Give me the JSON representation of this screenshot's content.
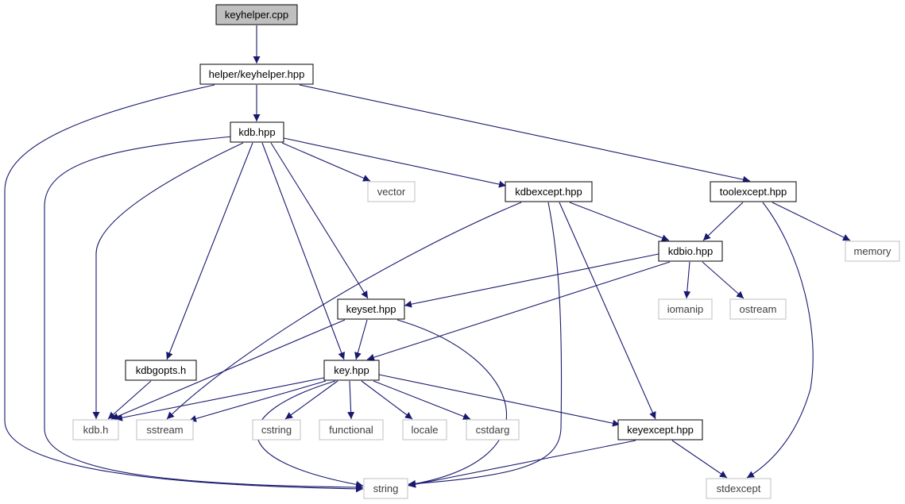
{
  "colors": {
    "edge": "#191970",
    "node_focus_fill": "#bfbfbf",
    "node_focus_border": "#000000",
    "node_documented_border": "#000000",
    "node_external_border": "#bfbfbf",
    "node_external_text": "#404040",
    "node_text": "#000000"
  },
  "nodes": [
    {
      "id": "keyhelper_cpp",
      "label": "keyhelper.cpp",
      "kind": "focus"
    },
    {
      "id": "helper_keyhelper_hpp",
      "label": "helper/keyhelper.hpp",
      "kind": "documented"
    },
    {
      "id": "kdb_hpp",
      "label": "kdb.hpp",
      "kind": "documented"
    },
    {
      "id": "vector",
      "label": "vector",
      "kind": "external"
    },
    {
      "id": "kdbexcept_hpp",
      "label": "kdbexcept.hpp",
      "kind": "documented"
    },
    {
      "id": "toolexcept_hpp",
      "label": "toolexcept.hpp",
      "kind": "documented"
    },
    {
      "id": "memory",
      "label": "memory",
      "kind": "external"
    },
    {
      "id": "kdbio_hpp",
      "label": "kdbio.hpp",
      "kind": "documented"
    },
    {
      "id": "iomanip",
      "label": "iomanip",
      "kind": "external"
    },
    {
      "id": "ostream",
      "label": "ostream",
      "kind": "external"
    },
    {
      "id": "keyset_hpp",
      "label": "keyset.hpp",
      "kind": "documented"
    },
    {
      "id": "kdbgopts_h",
      "label": "kdbgopts.h",
      "kind": "documented"
    },
    {
      "id": "key_hpp",
      "label": "key.hpp",
      "kind": "documented"
    },
    {
      "id": "kdb_h",
      "label": "kdb.h",
      "kind": "external"
    },
    {
      "id": "sstream",
      "label": "sstream",
      "kind": "external"
    },
    {
      "id": "cstring",
      "label": "cstring",
      "kind": "external"
    },
    {
      "id": "functional",
      "label": "functional",
      "kind": "external"
    },
    {
      "id": "locale",
      "label": "locale",
      "kind": "external"
    },
    {
      "id": "cstdarg",
      "label": "cstdarg",
      "kind": "external"
    },
    {
      "id": "keyexcept_hpp",
      "label": "keyexcept.hpp",
      "kind": "documented"
    },
    {
      "id": "string",
      "label": "string",
      "kind": "external"
    },
    {
      "id": "stdexcept",
      "label": "stdexcept",
      "kind": "external"
    }
  ],
  "edges": [
    {
      "from": "keyhelper_cpp",
      "to": "helper_keyhelper_hpp"
    },
    {
      "from": "helper_keyhelper_hpp",
      "to": "kdb_hpp"
    },
    {
      "from": "helper_keyhelper_hpp",
      "to": "toolexcept_hpp"
    },
    {
      "from": "helper_keyhelper_hpp",
      "to": "string"
    },
    {
      "from": "kdb_hpp",
      "to": "vector"
    },
    {
      "from": "kdb_hpp",
      "to": "kdbexcept_hpp"
    },
    {
      "from": "kdb_hpp",
      "to": "keyset_hpp"
    },
    {
      "from": "kdb_hpp",
      "to": "key_hpp"
    },
    {
      "from": "kdb_hpp",
      "to": "kdbgopts_h"
    },
    {
      "from": "kdb_hpp",
      "to": "kdb_h"
    },
    {
      "from": "kdb_hpp",
      "to": "string"
    },
    {
      "from": "kdbexcept_hpp",
      "to": "kdbio_hpp"
    },
    {
      "from": "kdbexcept_hpp",
      "to": "keyexcept_hpp"
    },
    {
      "from": "kdbexcept_hpp",
      "to": "sstream"
    },
    {
      "from": "kdbexcept_hpp",
      "to": "string"
    },
    {
      "from": "toolexcept_hpp",
      "to": "kdbio_hpp"
    },
    {
      "from": "toolexcept_hpp",
      "to": "memory"
    },
    {
      "from": "toolexcept_hpp",
      "to": "stdexcept"
    },
    {
      "from": "kdbio_hpp",
      "to": "iomanip"
    },
    {
      "from": "kdbio_hpp",
      "to": "ostream"
    },
    {
      "from": "kdbio_hpp",
      "to": "keyset_hpp"
    },
    {
      "from": "kdbio_hpp",
      "to": "key_hpp"
    },
    {
      "from": "keyset_hpp",
      "to": "key_hpp"
    },
    {
      "from": "keyset_hpp",
      "to": "kdb_h"
    },
    {
      "from": "keyset_hpp",
      "to": "string"
    },
    {
      "from": "kdbgopts_h",
      "to": "kdb_h"
    },
    {
      "from": "key_hpp",
      "to": "kdb_h"
    },
    {
      "from": "key_hpp",
      "to": "sstream"
    },
    {
      "from": "key_hpp",
      "to": "cstring"
    },
    {
      "from": "key_hpp",
      "to": "functional"
    },
    {
      "from": "key_hpp",
      "to": "locale"
    },
    {
      "from": "key_hpp",
      "to": "cstdarg"
    },
    {
      "from": "key_hpp",
      "to": "keyexcept_hpp"
    },
    {
      "from": "key_hpp",
      "to": "string"
    },
    {
      "from": "keyexcept_hpp",
      "to": "string"
    },
    {
      "from": "keyexcept_hpp",
      "to": "stdexcept"
    }
  ]
}
